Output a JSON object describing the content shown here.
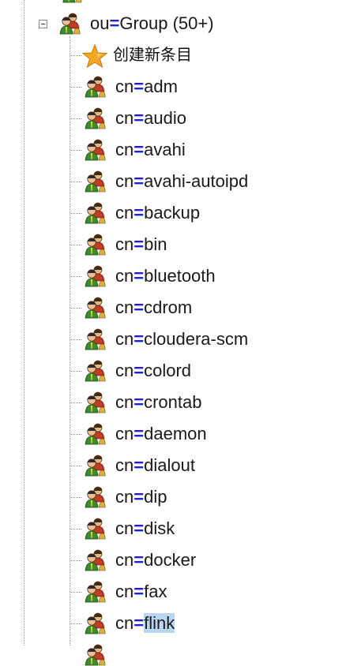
{
  "tree": {
    "parent": {
      "key": "ou",
      "eq": "=",
      "value": "Group (50+)",
      "icon": "group-icon",
      "expanded": true
    },
    "create_entry": {
      "label": "创建新条目",
      "icon": "star-icon"
    },
    "children": [
      {
        "key": "cn",
        "eq": "=",
        "value": "adm",
        "icon": "group-icon"
      },
      {
        "key": "cn",
        "eq": "=",
        "value": "audio",
        "icon": "group-icon"
      },
      {
        "key": "cn",
        "eq": "=",
        "value": "avahi",
        "icon": "group-icon"
      },
      {
        "key": "cn",
        "eq": "=",
        "value": "avahi-autoipd",
        "icon": "group-icon"
      },
      {
        "key": "cn",
        "eq": "=",
        "value": "backup",
        "icon": "group-icon"
      },
      {
        "key": "cn",
        "eq": "=",
        "value": "bin",
        "icon": "group-icon"
      },
      {
        "key": "cn",
        "eq": "=",
        "value": "bluetooth",
        "icon": "group-icon"
      },
      {
        "key": "cn",
        "eq": "=",
        "value": "cdrom",
        "icon": "group-icon"
      },
      {
        "key": "cn",
        "eq": "=",
        "value": "cloudera-scm",
        "icon": "group-icon"
      },
      {
        "key": "cn",
        "eq": "=",
        "value": "colord",
        "icon": "group-icon"
      },
      {
        "key": "cn",
        "eq": "=",
        "value": "crontab",
        "icon": "group-icon"
      },
      {
        "key": "cn",
        "eq": "=",
        "value": "daemon",
        "icon": "group-icon"
      },
      {
        "key": "cn",
        "eq": "=",
        "value": "dialout",
        "icon": "group-icon"
      },
      {
        "key": "cn",
        "eq": "=",
        "value": "dip",
        "icon": "group-icon"
      },
      {
        "key": "cn",
        "eq": "=",
        "value": "disk",
        "icon": "group-icon"
      },
      {
        "key": "cn",
        "eq": "=",
        "value": "docker",
        "icon": "group-icon"
      },
      {
        "key": "cn",
        "eq": "=",
        "value": "fax",
        "icon": "group-icon"
      },
      {
        "key": "cn",
        "eq": "=",
        "value": "flink",
        "icon": "group-icon",
        "selected": true
      }
    ]
  }
}
